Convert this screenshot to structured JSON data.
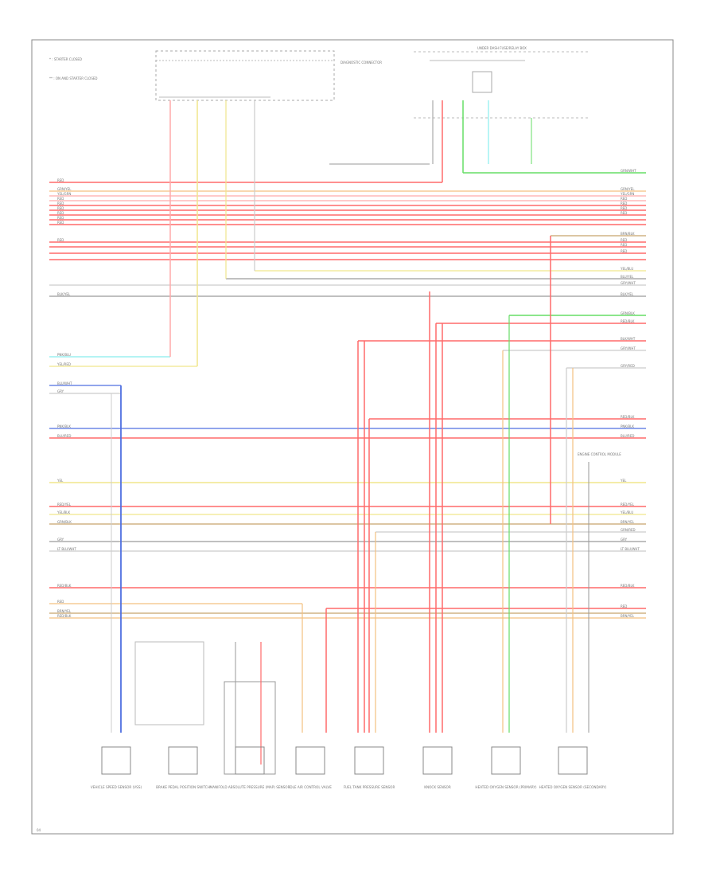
{
  "legend": {
    "line1": "* : STARTER CLOSED",
    "line2": "** : ON AND STARTER CLOSED"
  },
  "diagnostic_connector": "DIAGNOSTIC CONNECTOR",
  "junction_block": "UNDER DASH FUSE/RELAY BOX",
  "ecm_label": "ENGINE CONTROL MODULE",
  "sheet_id": "04",
  "left_wires": [
    {
      "label": "RED"
    },
    {
      "label": "GRN/YEL"
    },
    {
      "label": "YEL/GRN"
    },
    {
      "label": "RED"
    },
    {
      "label": "RED"
    },
    {
      "label": "RED"
    },
    {
      "label": "RED"
    },
    {
      "label": "RED"
    },
    {
      "label": "RED"
    },
    {
      "label": "RED"
    },
    {
      "label": "BLK/YEL"
    },
    {
      "label": "PNK/BLU"
    },
    {
      "label": "YEL/RED"
    },
    {
      "label": "BLU/WHT"
    },
    {
      "label": "GRY"
    },
    {
      "label": "PNK/BLK"
    },
    {
      "label": "BLU/RED"
    },
    {
      "label": "YEL"
    },
    {
      "label": "RED/YEL"
    },
    {
      "label": "YEL/BLK"
    },
    {
      "label": "GRN/BLK"
    },
    {
      "label": "GRY"
    },
    {
      "label": "LT BLU/WHT"
    },
    {
      "label": "RED/BLK"
    },
    {
      "label": "RED"
    },
    {
      "label": "BRN/YEL"
    },
    {
      "label": "RED/BLK"
    }
  ],
  "right_wires": [
    {
      "label": "GRN/WHT"
    },
    {
      "label": "GRN/YEL"
    },
    {
      "label": "YEL/GRN"
    },
    {
      "label": "RED"
    },
    {
      "label": "RED"
    },
    {
      "label": "RED"
    },
    {
      "label": "RED"
    },
    {
      "label": "BRN/BLK"
    },
    {
      "label": "RED"
    },
    {
      "label": "RED"
    },
    {
      "label": "RED"
    },
    {
      "label": "YEL/BLU"
    },
    {
      "label": "BLU/YEL"
    },
    {
      "label": "GRY/WHT"
    },
    {
      "label": "BLK/YEL"
    },
    {
      "label": "GRN/BLK"
    },
    {
      "label": "RED/BLK"
    },
    {
      "label": "BLK/WHT"
    },
    {
      "label": "GRY/WHT"
    },
    {
      "label": "GRY/RED"
    },
    {
      "label": "RED/BLK"
    },
    {
      "label": "PNK/BLK"
    },
    {
      "label": "BLU/RED"
    },
    {
      "label": "YEL"
    },
    {
      "label": "RED/YEL"
    },
    {
      "label": "YEL/BLU"
    },
    {
      "label": "BRN/YEL"
    },
    {
      "label": "GRN/RED"
    },
    {
      "label": "GRY"
    },
    {
      "label": "LT BLU/WHT"
    },
    {
      "label": "RED/BLK"
    },
    {
      "label": "RED"
    },
    {
      "label": "BRN/YEL"
    }
  ],
  "components": [
    {
      "label": "VEHICLE SPEED SENSOR (VSS)"
    },
    {
      "label": "BRAKE PEDAL POSITION SWITCH"
    },
    {
      "label": "MANIFOLD ABSOLUTE PRESSURE (MAP) SENSOR"
    },
    {
      "label": "IDLE AIR CONTROL VALVE"
    },
    {
      "label": "FUEL TANK PRESSURE SENSOR"
    },
    {
      "label": "KNOCK SENSOR"
    },
    {
      "label": "HEATED OXYGEN SENSOR (PRIMARY)"
    },
    {
      "label": "HEATED OXYGEN SENSOR (SECONDARY)"
    }
  ],
  "colors": {
    "red": "#ff6a6a",
    "pink": "#ffaaaa",
    "yellow": "#f0e68c",
    "green": "#66dd66",
    "blue": "#4f6fe0",
    "cyan": "#88eeee",
    "gray": "#9a9a9a",
    "lightgray": "#cccccc",
    "brown": "#c8a46c",
    "orange": "#f4c080"
  }
}
